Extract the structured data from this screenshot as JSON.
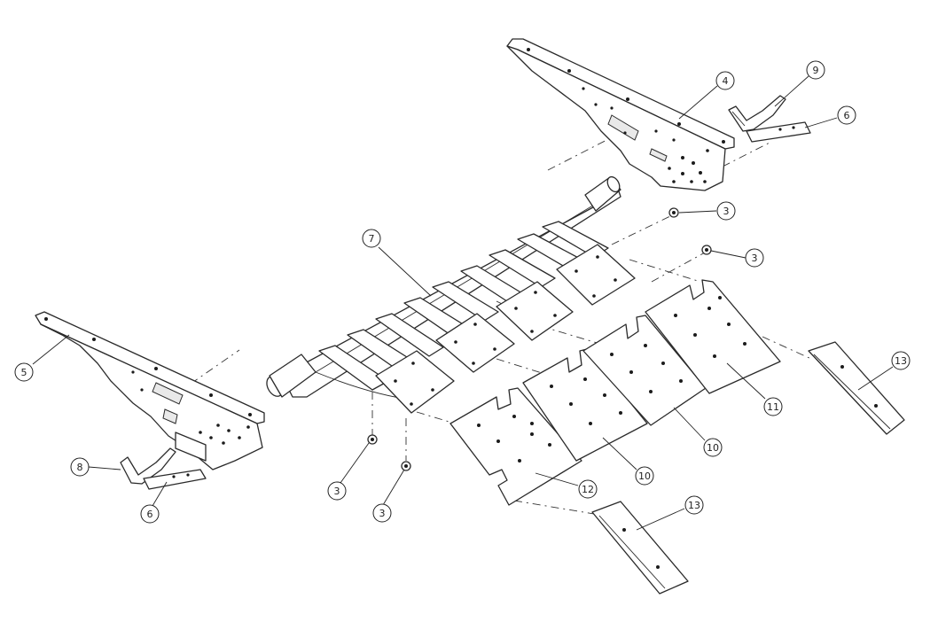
{
  "diagram": {
    "type": "exploded-assembly",
    "callouts": [
      {
        "id": "c4",
        "label": "4"
      },
      {
        "id": "c9",
        "label": "9"
      },
      {
        "id": "c6a",
        "label": "6"
      },
      {
        "id": "c3a",
        "label": "3"
      },
      {
        "id": "c3b",
        "label": "3"
      },
      {
        "id": "c7",
        "label": "7"
      },
      {
        "id": "c5",
        "label": "5"
      },
      {
        "id": "c13a",
        "label": "13"
      },
      {
        "id": "c11",
        "label": "11"
      },
      {
        "id": "c10a",
        "label": "10"
      },
      {
        "id": "c10b",
        "label": "10"
      },
      {
        "id": "c12",
        "label": "12"
      },
      {
        "id": "c8",
        "label": "8"
      },
      {
        "id": "c6b",
        "label": "6"
      },
      {
        "id": "c3c",
        "label": "3"
      },
      {
        "id": "c3d",
        "label": "3"
      },
      {
        "id": "c13b",
        "label": "13"
      }
    ]
  }
}
